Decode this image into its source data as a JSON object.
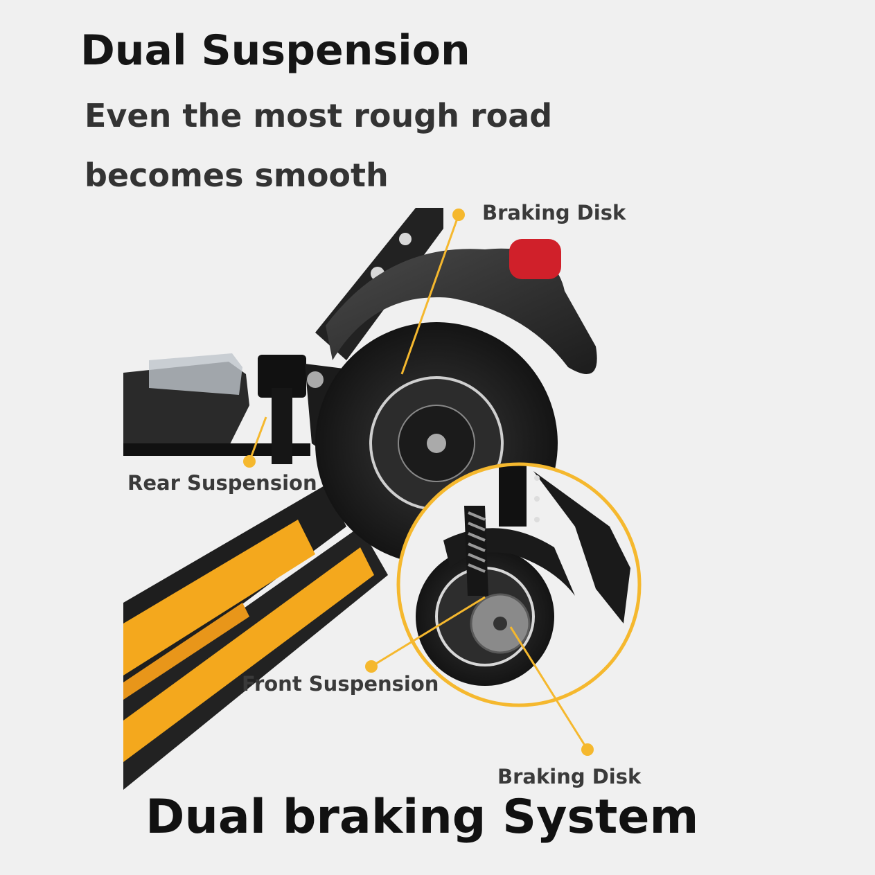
{
  "headline": "Dual Suspension",
  "subline_1": "Even the most rough road",
  "subline_2": "becomes smooth",
  "callouts": {
    "braking_disk_top": "Braking Disk",
    "rear_suspension": "Rear Suspension",
    "front_suspension": "Front Suspension",
    "braking_disk_bottom": "Braking Disk"
  },
  "footer": "Dual braking System",
  "colors": {
    "accent": "#f5b82e",
    "background": "#f0f0f0",
    "ink": "#151515",
    "taillight": "#d0202a",
    "bump_yellow": "#f4a81d"
  }
}
